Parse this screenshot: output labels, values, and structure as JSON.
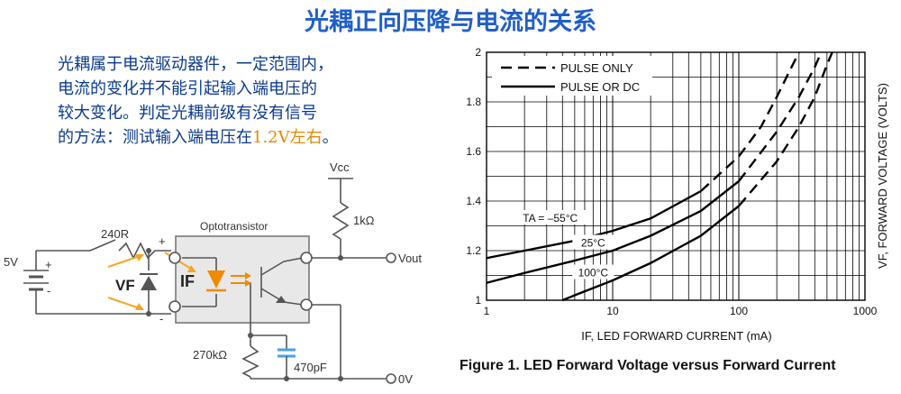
{
  "title": "光耦正向压降与电流的关系",
  "note": {
    "lines": [
      "光耦属于电流驱动器件，一定范围内，",
      "电流的变化并不能引起输入端电压的",
      "较大变化。判定光耦前级有没有信号",
      "的方法：测试输入端电压在"
    ],
    "highlight": "1.2V左右",
    "end": "。"
  },
  "circuit": {
    "supply": "5V",
    "plus": "+",
    "minus": "-",
    "resistor": "240R",
    "vf": "VF",
    "if": "IF",
    "opto": "Optotransistor",
    "vcc": "Vcc",
    "r_load": "1kΩ",
    "vout": "Vout",
    "r_base": "270kΩ",
    "cap": "470pF",
    "gnd": "0V"
  },
  "chart_data": {
    "type": "line",
    "title": "",
    "caption": "Figure 1. LED Forward Voltage versus Forward Current",
    "xlabel": "IF, LED FORWARD CURRENT (mA)",
    "ylabel": "VF, FORWARD VOLTAGE (VOLTS)",
    "xscale": "log",
    "xlim": [
      1,
      1000
    ],
    "ylim": [
      1,
      2
    ],
    "xticks": [
      "1",
      "10",
      "100",
      "1000"
    ],
    "yticks": [
      "1",
      "1.2",
      "1.4",
      "1.6",
      "1.8",
      "2"
    ],
    "grid": true,
    "legend": {
      "position": "top-left",
      "entries": [
        {
          "label": "PULSE ONLY",
          "style": "dashed"
        },
        {
          "label": "PULSE OR DC",
          "style": "solid"
        }
      ]
    },
    "series": [
      {
        "name": "TA = –55°C",
        "x": [
          1,
          2,
          5,
          10,
          20,
          50,
          100,
          150,
          200,
          250,
          300
        ],
        "y": [
          1.17,
          1.2,
          1.24,
          1.28,
          1.33,
          1.44,
          1.58,
          1.7,
          1.82,
          1.92,
          2.0
        ]
      },
      {
        "name": "25°C",
        "x": [
          1,
          2,
          5,
          10,
          20,
          50,
          100,
          200,
          300,
          400,
          450
        ],
        "y": [
          1.07,
          1.11,
          1.16,
          1.2,
          1.26,
          1.36,
          1.48,
          1.68,
          1.82,
          1.94,
          2.0
        ]
      },
      {
        "name": "100°C",
        "x": [
          4,
          5,
          10,
          20,
          50,
          100,
          200,
          300,
          400,
          500,
          550
        ],
        "y": [
          1.0,
          1.02,
          1.08,
          1.15,
          1.26,
          1.38,
          1.56,
          1.7,
          1.82,
          1.95,
          2.0
        ]
      }
    ]
  }
}
